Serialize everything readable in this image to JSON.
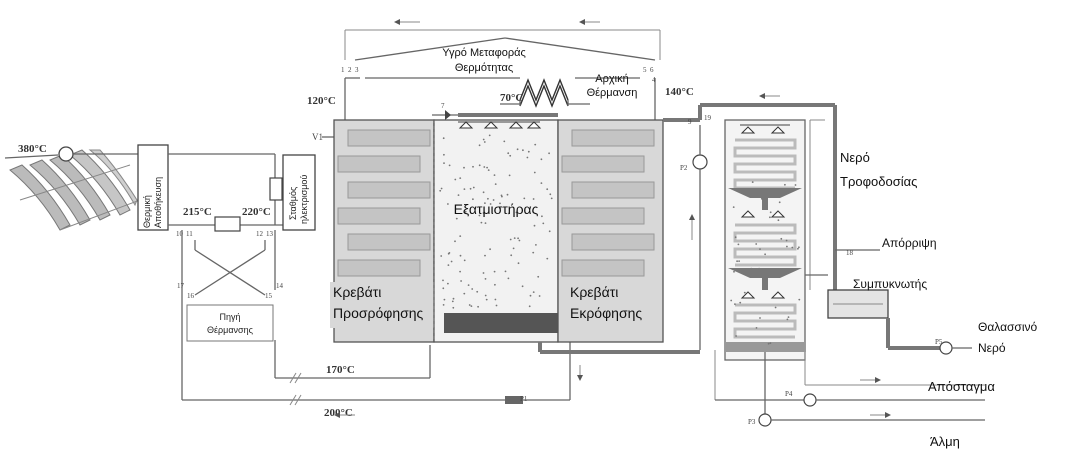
{
  "labels": {
    "heat_transfer_fluid_l1": "Υγρό Μεταφοράς",
    "heat_transfer_fluid_l2": "Θερμότητας",
    "initial_heating_l1": "Αρχική",
    "initial_heating_l2": "Θέρμανση",
    "evaporator": "Εξατμιστήρας",
    "feed_water_l1": "Νερό",
    "feed_water_l2": "Τροφοδοσίας",
    "reject": "Απόρριψη",
    "condenser": "Συμπυκνωτής",
    "seawater_l1": "Θαλασσινό",
    "seawater_l2": "Νερό",
    "distillate": "Απόσταγμα",
    "brine": "Άλμη",
    "adsorption_bed_l1": "Κρεβάτι",
    "adsorption_bed_l2": "Προσρόφησης",
    "desorption_bed_l1": "Κρεβάτι",
    "desorption_bed_l2": "Εκρόφησης",
    "heat_source_l1": "Πηγή",
    "heat_source_l2": "Θέρμανσης",
    "thermal_storage_l1": "Θερμική",
    "thermal_storage_l2": "Αποθήκευση",
    "power_station_l1": "Σταθμός",
    "power_station_l2": "ηλεκτρισμού"
  },
  "temperatures": {
    "t380": "380°C",
    "t215": "215°C",
    "t220": "220°C",
    "t120": "120°C",
    "t70": "70°C",
    "t140": "140°C",
    "t170": "170°C",
    "t200": "200°C"
  },
  "markers": {
    "v1": "V1",
    "p1": "P1",
    "p2": "P2",
    "p3": "P3",
    "p4": "P4",
    "p5": "P5"
  },
  "node_numbers": {
    "n1": "1",
    "n2": "2",
    "n3": "3",
    "n4": "4",
    "n5": "5",
    "n6": "6",
    "n7": "7",
    "n9": "9",
    "n10": "10",
    "n11": "11",
    "n12": "12",
    "n13": "13",
    "n14": "14",
    "n15": "15",
    "n16": "16",
    "n17": "17",
    "n18": "18",
    "n19": "19"
  },
  "colors": {
    "bed_fill": "#d8d8d8",
    "bed_stripe": "#c4c4c4",
    "evaporator_fill": "#f2f2f2",
    "evaporator_base": "#555555",
    "pipe": "#666666"
  }
}
